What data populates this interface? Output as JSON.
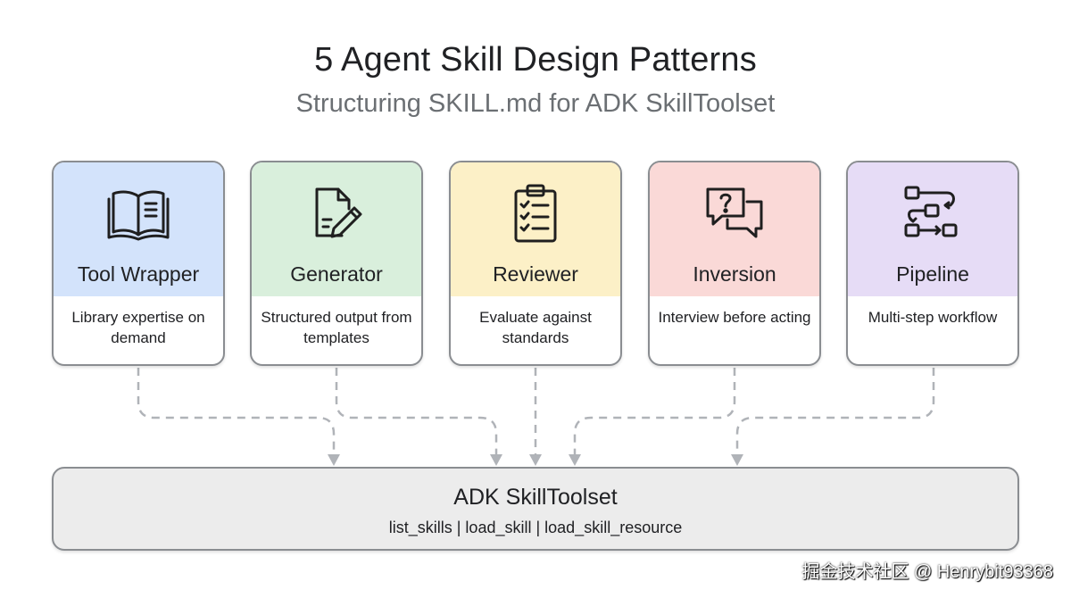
{
  "header": {
    "title": "5 Agent Skill Design Patterns",
    "subtitle": "Structuring SKILL.md for ADK SkillToolset"
  },
  "patterns": [
    {
      "name": "Tool Wrapper",
      "description": "Library expertise on demand",
      "icon": "open-book-icon",
      "color": "#d3e3fb"
    },
    {
      "name": "Generator",
      "description": "Structured output from templates",
      "icon": "document-pen-icon",
      "color": "#d9efdc"
    },
    {
      "name": "Reviewer",
      "description": "Evaluate against standards",
      "icon": "clipboard-checklist-icon",
      "color": "#fcf0c7"
    },
    {
      "name": "Inversion",
      "description": "Interview before acting",
      "icon": "question-chat-icon",
      "color": "#fad9d7"
    },
    {
      "name": "Pipeline",
      "description": "Multi-step workflow",
      "icon": "workflow-icon",
      "color": "#e6dcf6"
    }
  ],
  "toolset": {
    "title": "ADK SkillToolset",
    "methods": "list_skills | load_skill | load_skill_resource"
  },
  "watermark": "掘金技术社区 @ Henrybit93368",
  "colors": {
    "border": "#8a8d91",
    "connector": "#b0b3b8",
    "toolset_bg": "#ececec"
  }
}
